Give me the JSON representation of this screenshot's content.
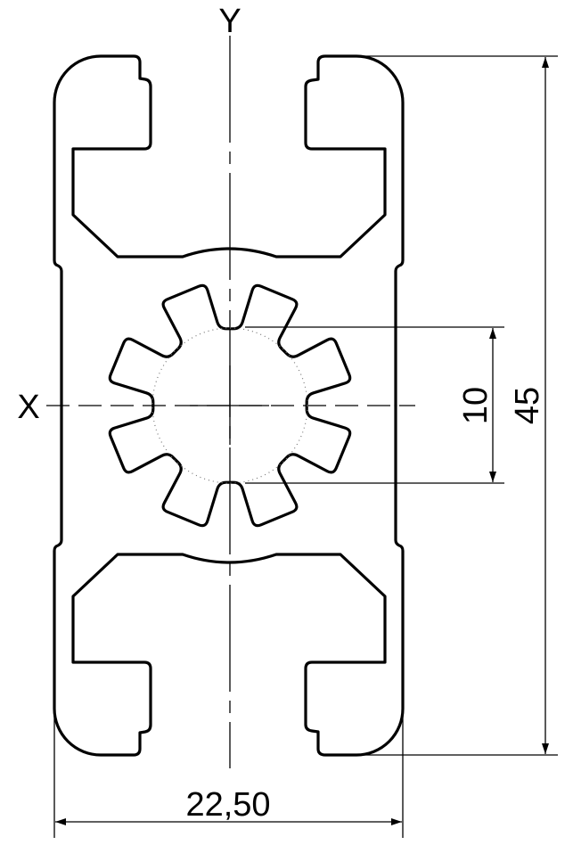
{
  "drawing": {
    "axis_y_label": "Y",
    "axis_x_label": "X",
    "dim_width": "22,50",
    "dim_height": "45",
    "dim_bore": "10"
  },
  "colors": {
    "line": "#000000",
    "background": "#ffffff"
  }
}
